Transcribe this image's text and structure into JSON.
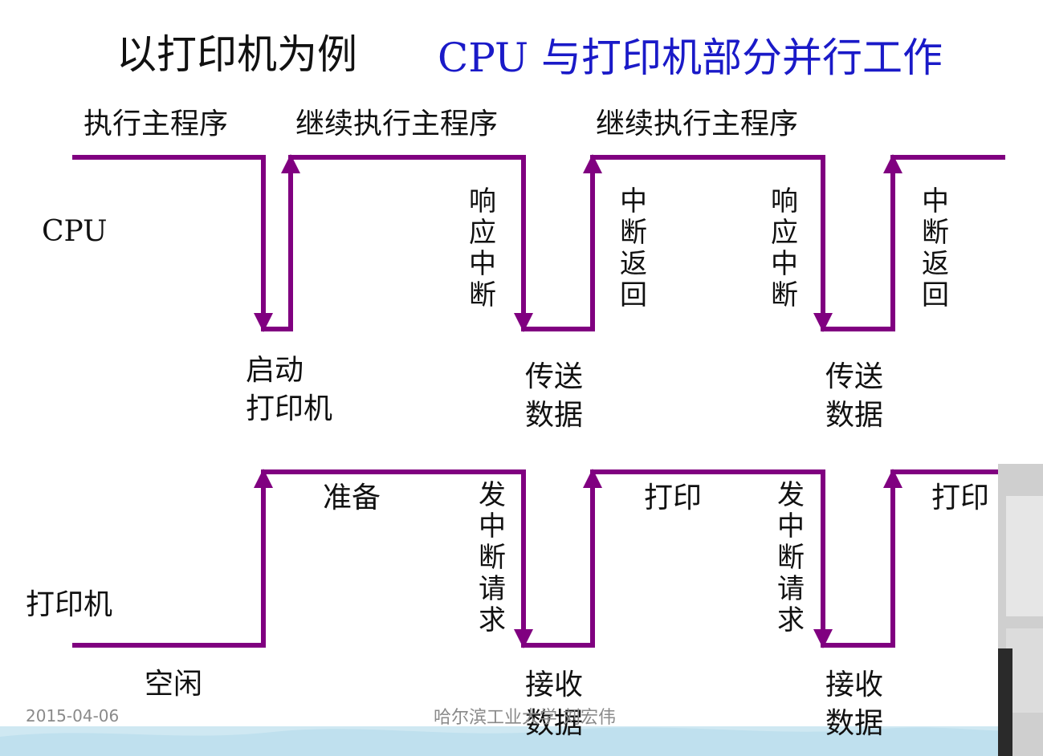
{
  "title": {
    "left": "以打印机为例",
    "right": "CPU 与打印机部分并行工作"
  },
  "rows": {
    "cpu": "CPU",
    "printer": "打印机"
  },
  "cpu_labels": {
    "main1": "执行主程序",
    "main2": "继续执行主程序",
    "main3": "继续执行主程序",
    "resp1": "响应中断",
    "ret1": "中断返回",
    "resp2": "响应中断",
    "ret2": "中断返回",
    "start_l1": "启动",
    "start_l2": "打印机",
    "send1_l1": "传送",
    "send1_l2": "数据",
    "send2_l1": "传送",
    "send2_l2": "数据"
  },
  "printer_labels": {
    "idle": "空闲",
    "prepare": "准备",
    "req1": "发中断请求",
    "print1": "打印",
    "req2": "发中断请求",
    "print2": "打印",
    "recv1_l1": "接收",
    "recv1_l2": "数据",
    "recv2_l1": "接收",
    "recv2_l2": "数据"
  },
  "footer": {
    "date": "2015-04-06",
    "center": "哈尔滨工业大学 刘宏伟"
  },
  "colors": {
    "signal": "#800080",
    "title_highlight": "#1a1ac8",
    "text": "#111111"
  }
}
